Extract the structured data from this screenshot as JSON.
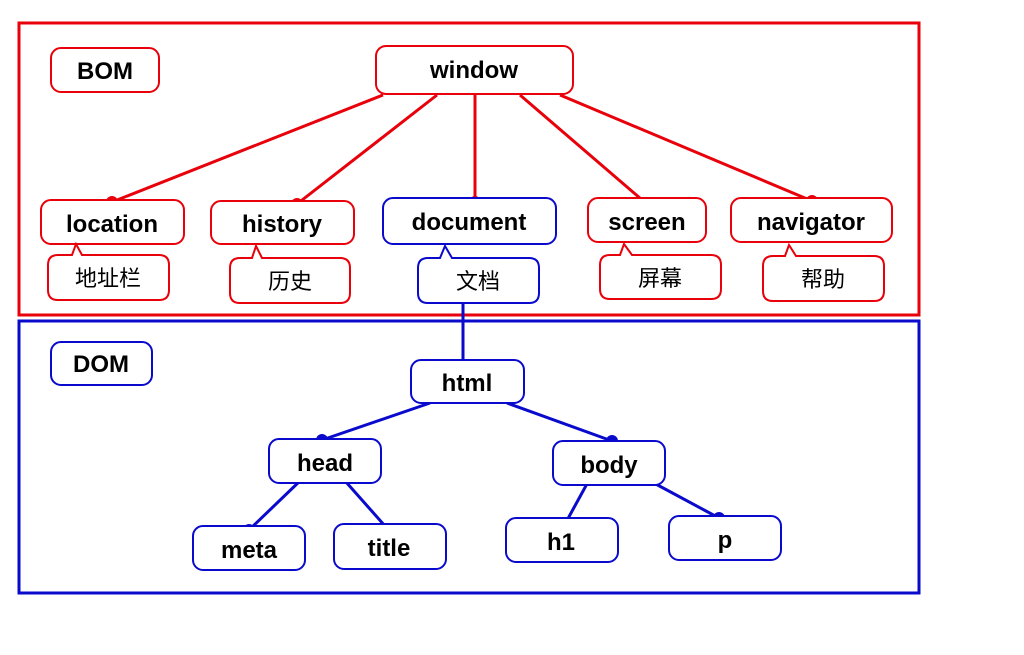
{
  "colors": {
    "bom": "#e8000a",
    "dom": "#0a0acd",
    "background": "#ffffff"
  },
  "bom": {
    "label": "BOM",
    "root": "window",
    "children": [
      "location",
      "history",
      "document",
      "screen",
      "navigator"
    ],
    "callouts": [
      "地址栏",
      "历史",
      "文档",
      "屏幕",
      "帮助"
    ]
  },
  "dom": {
    "label": "DOM",
    "root": "html",
    "head": "head",
    "body": "body",
    "meta": "meta",
    "title": "title",
    "h1": "h1",
    "p": "p"
  }
}
